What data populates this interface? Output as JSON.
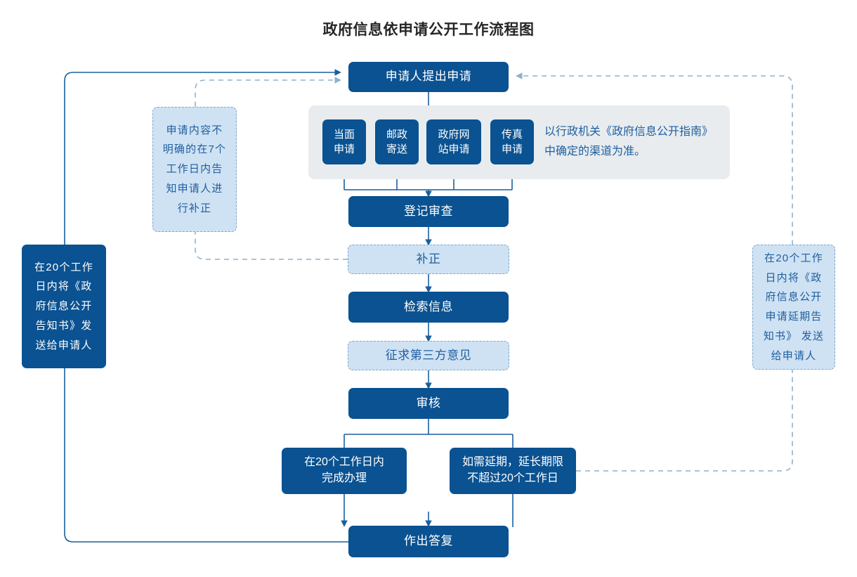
{
  "document": {
    "title": "政府信息依申请公开工作流程图",
    "type": "flowchart"
  },
  "colors": {
    "primary_fill": "#0a5291",
    "primary_text": "#ffffff",
    "soft_fill": "#cfe2f3",
    "soft_text": "#1f5fa0",
    "soft_border": "#7fa8cc",
    "panel_fill": "#e8ecef",
    "connector": "#1a5f9e",
    "dashed_connector": "#8fb0ca",
    "title_text": "#262626"
  },
  "chart_data": {
    "type": "diagram",
    "title": "政府信息依申请公开工作流程图",
    "nodes": [
      {
        "id": "apply",
        "label": "申请人提出申请",
        "style": "primary"
      },
      {
        "id": "ch1",
        "label": "当面\n申请",
        "style": "primary"
      },
      {
        "id": "ch2",
        "label": "邮政\n寄送",
        "style": "primary"
      },
      {
        "id": "ch3",
        "label": "政府网\n站申请",
        "style": "primary"
      },
      {
        "id": "ch4",
        "label": "传真\n申请",
        "style": "primary"
      },
      {
        "id": "channel_note",
        "label": "以行政机关《政府信息公开指南》\n中确定的渠道为准。",
        "style": "panel-text"
      },
      {
        "id": "register",
        "label": "登记审查",
        "style": "primary"
      },
      {
        "id": "supplement",
        "label": "补正",
        "style": "soft"
      },
      {
        "id": "retrieve",
        "label": "检索信息",
        "style": "primary"
      },
      {
        "id": "third_party",
        "label": "征求第三方意见",
        "style": "soft"
      },
      {
        "id": "review",
        "label": "审核",
        "style": "primary"
      },
      {
        "id": "finish20",
        "label": "在20个工作日内\n完成办理",
        "style": "primary"
      },
      {
        "id": "extend",
        "label": "如需延期，延长期限\n不超过20个工作日",
        "style": "primary"
      },
      {
        "id": "reply",
        "label": "作出答复",
        "style": "primary"
      },
      {
        "id": "note_left_soft",
        "label": "申请内容不明确的在7个工作日内告知申请人进行补正",
        "style": "soft"
      },
      {
        "id": "note_left_dark",
        "label": "在20个工作日内将《政府信息公开告知书》发送给申请人",
        "style": "primary"
      },
      {
        "id": "note_right_soft",
        "label": "在20个工作日内将《政府信息公开申请延期告知书》 发送给申请人",
        "style": "soft"
      }
    ],
    "edges": [
      {
        "from": "apply",
        "to": "channels",
        "style": "solid-arrow"
      },
      {
        "from": "channels",
        "to": "register",
        "style": "solid-arrow"
      },
      {
        "from": "register",
        "to": "supplement",
        "style": "solid-arrow"
      },
      {
        "from": "supplement",
        "to": "retrieve",
        "style": "solid-arrow"
      },
      {
        "from": "retrieve",
        "to": "third_party",
        "style": "solid-arrow"
      },
      {
        "from": "third_party",
        "to": "review",
        "style": "solid-arrow"
      },
      {
        "from": "review",
        "to": "finish20",
        "style": "solid"
      },
      {
        "from": "review",
        "to": "extend",
        "style": "solid"
      },
      {
        "from": "finish20",
        "to": "reply",
        "style": "solid-arrow"
      },
      {
        "from": "extend",
        "to": "reply",
        "style": "solid"
      },
      {
        "from": "reply",
        "to": "apply",
        "style": "solid-arrow-left-loop"
      },
      {
        "from": "supplement",
        "to": "apply",
        "style": "dashed-arrow-left-loop"
      },
      {
        "from": "extend",
        "to": "apply",
        "style": "dashed-arrow-right-loop"
      }
    ]
  },
  "flow": {
    "apply": "申请人提出申请",
    "channels": [
      {
        "label": "当面\n申请",
        "name": "in-person"
      },
      {
        "label": "邮政\n寄送",
        "name": "postal"
      },
      {
        "label": "政府网\n站申请",
        "name": "website"
      },
      {
        "label": "传真\n申请",
        "name": "fax"
      }
    ],
    "channel_note": "以行政机关《政府信息公开指南》\n中确定的渠道为准。",
    "register": "登记审查",
    "supplement": "补正",
    "retrieve": "检索信息",
    "third_party": "征求第三方意见",
    "review": "审核",
    "finish_20": "在20个工作日内\n完成办理",
    "extend": "如需延期，延长期限\n不超过20个工作日",
    "reply": "作出答复"
  },
  "notes": {
    "left_soft": "申请内容不\n明确的在7个\n工作日内告\n知申请人进\n行补正",
    "left_dark": "在20个工作\n日内将《政\n府信息公开\n告知书》发\n送给申请人",
    "right_soft": "在20个工作\n日内将《政\n府信息公开\n申请延期告\n知书》 发送\n给申请人"
  }
}
